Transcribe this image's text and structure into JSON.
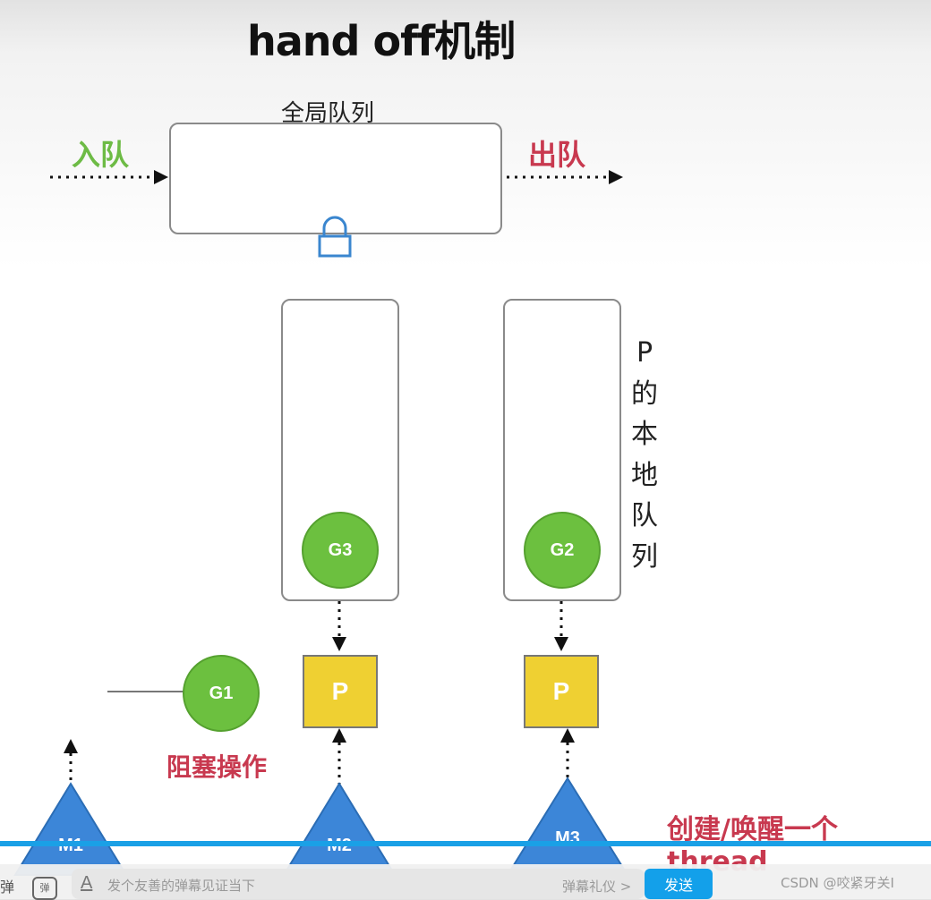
{
  "title": "hand off机制",
  "global_queue": {
    "label": "全局队列",
    "enqueue": "入队",
    "dequeue": "出队"
  },
  "local_queue_label": "P\n的\n本\n地\n队\n列",
  "goroutines": [
    "G3",
    "G2",
    "G1"
  ],
  "processors": [
    "P",
    "P"
  ],
  "machines": [
    "M1",
    "M2",
    "M3"
  ],
  "annotations": {
    "block": "阻塞操作",
    "create": "创建/唤醒一个thread"
  },
  "player_bar": {
    "danmu_placeholder": "发个友善的弹幕见证当下",
    "danmu_etiquette": "弹幕礼仪 >",
    "send": "发送",
    "watermark": "CSDN @咬紧牙关I",
    "left_icon_text": "弹",
    "left_icon2_text": "弹"
  },
  "colors": {
    "goroutine": "#6cc03f",
    "processor": "#efd032",
    "machine": "#3c86d8",
    "enqueue": "#6dbb45",
    "dequeue_and_alerts": "#c8394f",
    "lock": "#3a86cf"
  },
  "icons": [
    "lock-icon"
  ]
}
